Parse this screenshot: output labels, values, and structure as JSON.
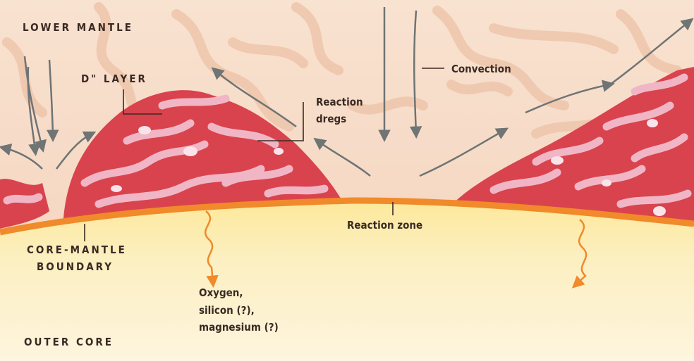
{
  "diagram": {
    "regions": {
      "lower_mantle": "LOWER MANTLE",
      "d_layer": "D\" LAYER",
      "core_mantle_boundary": [
        "CORE-MANTLE",
        "BOUNDARY"
      ],
      "outer_core": "OUTER CORE"
    },
    "callouts": {
      "convection": "Convection",
      "reaction_dregs": [
        "Reaction",
        "dregs"
      ],
      "reaction_zone": "Reaction zone",
      "elements_released": [
        "Oxygen,",
        "silicon (?),",
        "magnesium (?)"
      ]
    },
    "colors": {
      "mantle": "#f6d9c4",
      "mantle_streak": "#efc7ad",
      "d_layer": "#d9434d",
      "d_layer_light": "#f1b6c6",
      "boundary": "#f08a2a",
      "core": "#fbefb8",
      "arrow": "#6f7474",
      "text": "#3a2a24"
    }
  }
}
